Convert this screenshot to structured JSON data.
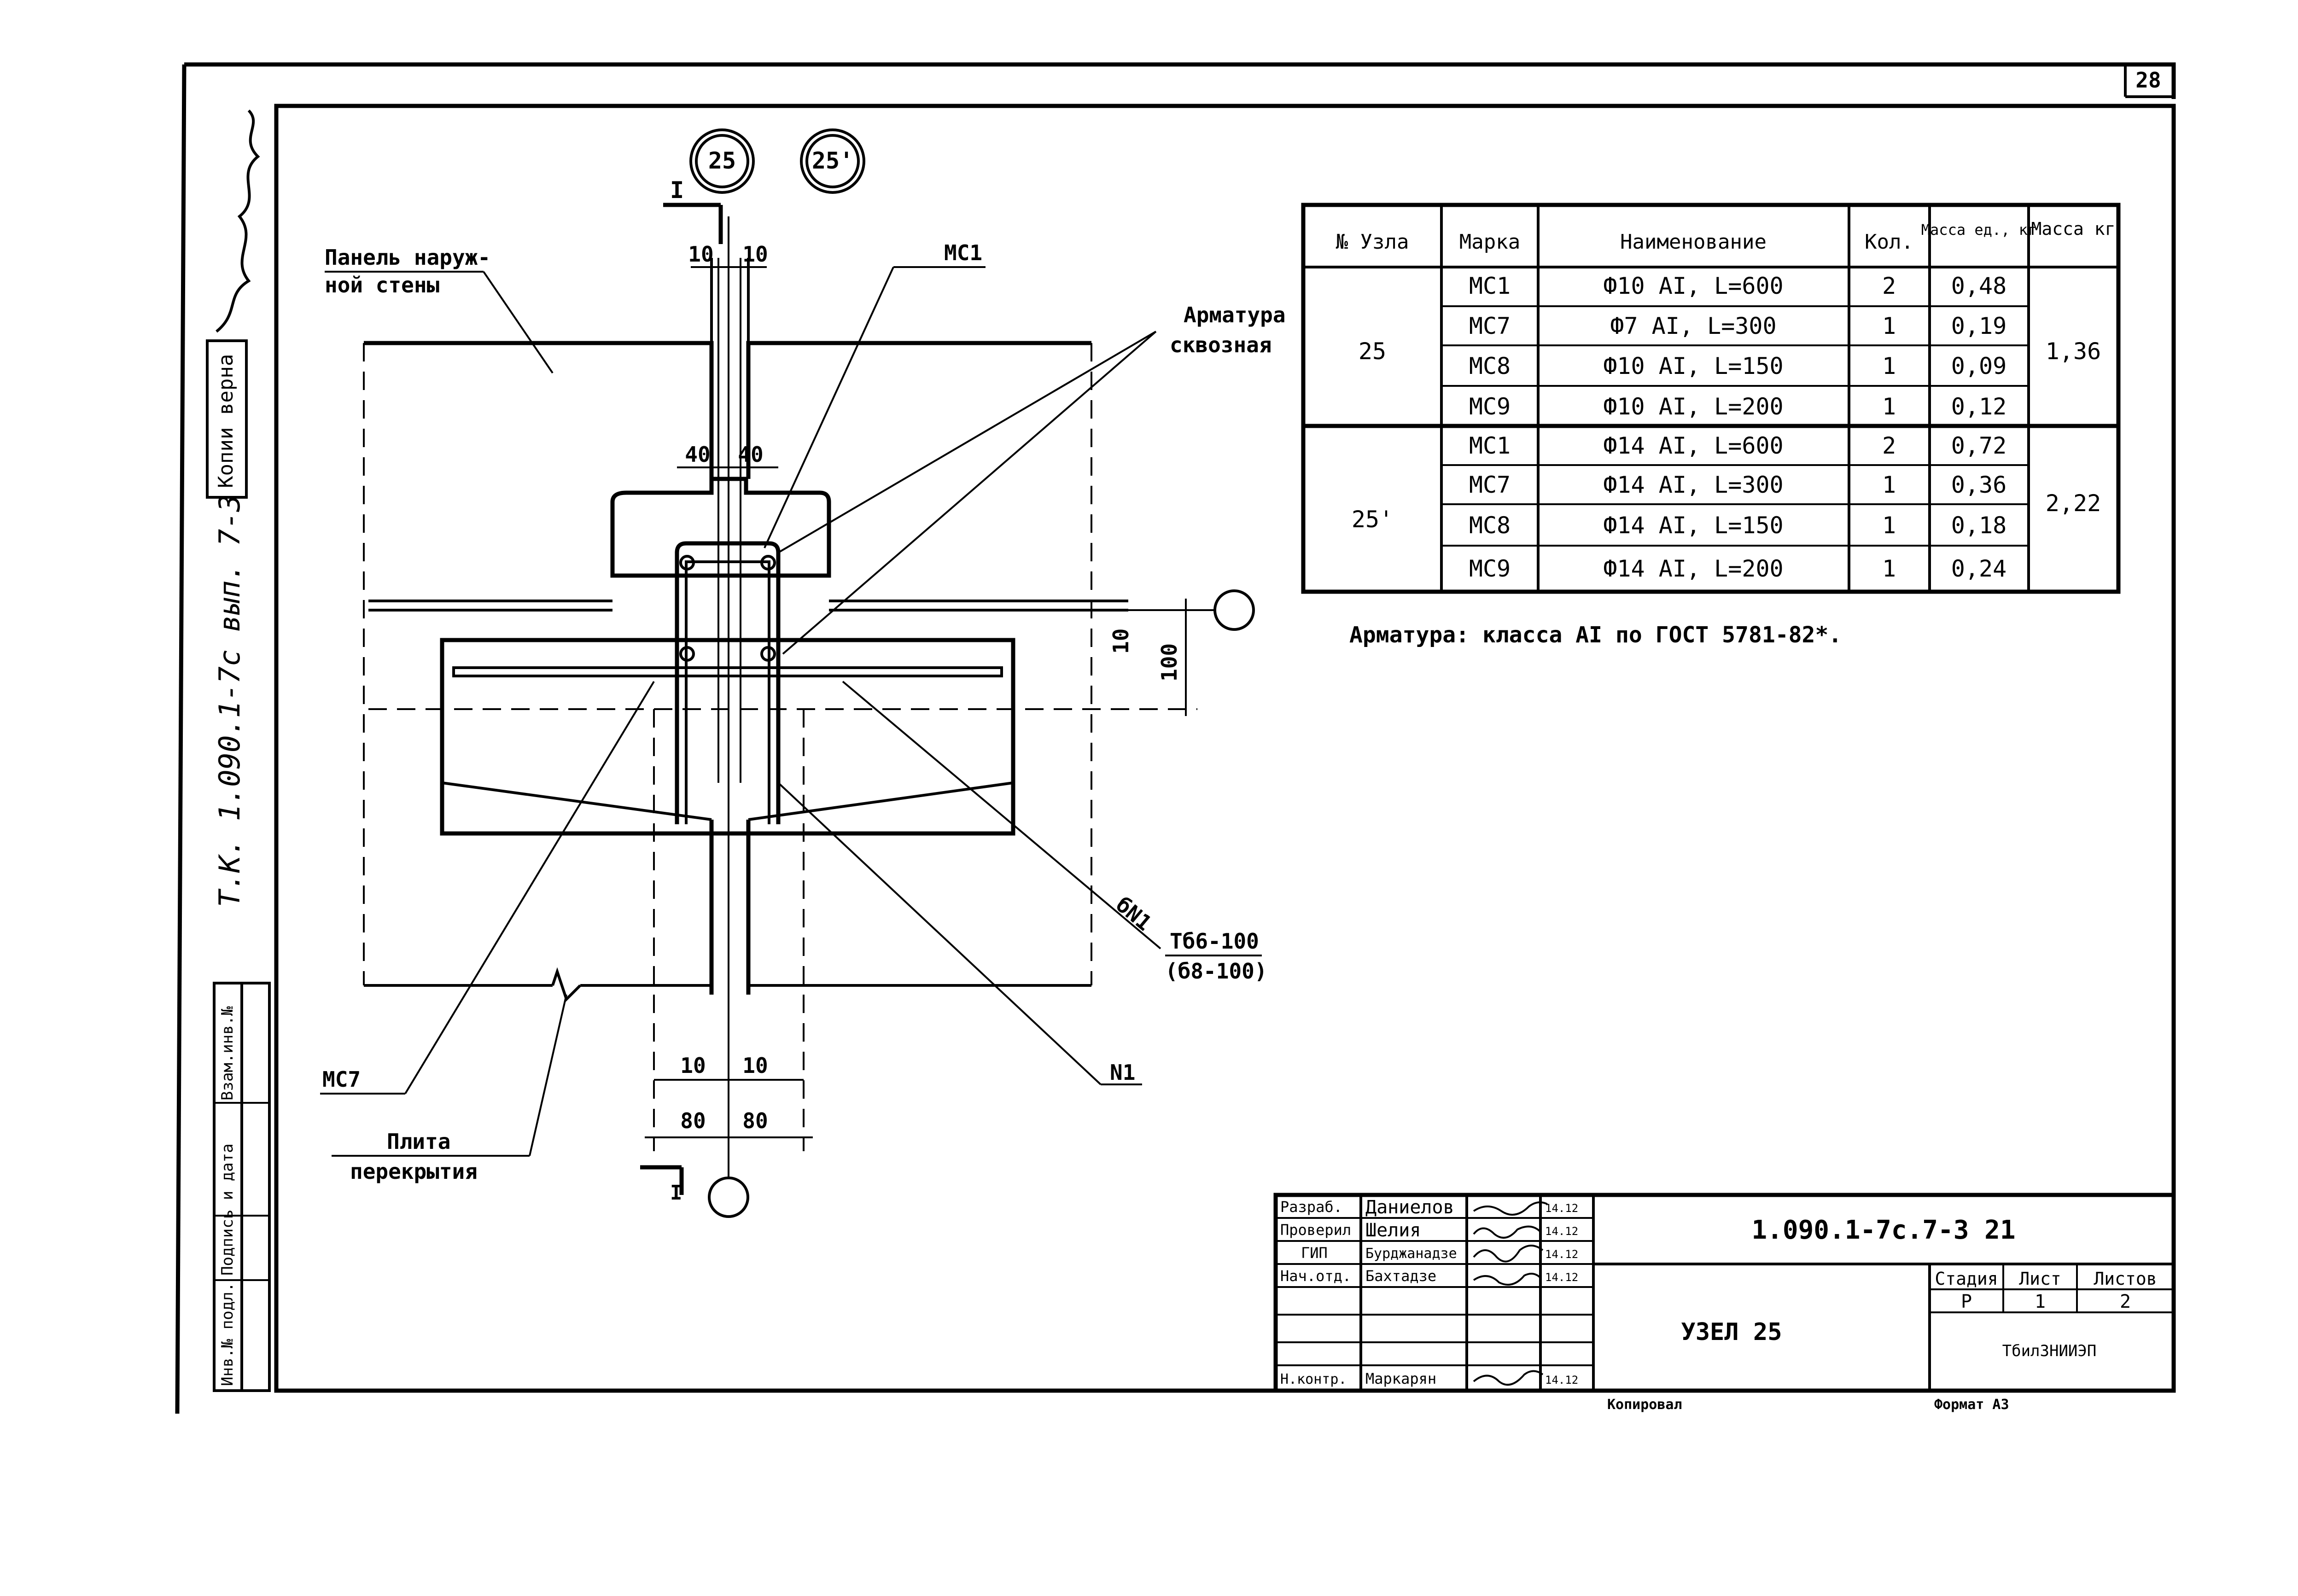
{
  "page_number": "28",
  "side_stamp": {
    "vertical_label": "Т.К. 1.090.1-7с вып. 7-3",
    "copy_box": "Копии верна"
  },
  "left_strip": [
    "Взам.инв.№",
    "Подпись и дата",
    "Инв.№ подл."
  ],
  "markers": {
    "node_25": "25",
    "node_25p": "25'",
    "section": "I"
  },
  "callouts": {
    "panel_wall": [
      "Панель наруж-",
      "ной стены"
    ],
    "mc1": "МС1",
    "armature": [
      "Арматура",
      "сквозная"
    ],
    "mc7": "МС7",
    "slab": [
      "Плита",
      "перекрытия"
    ],
    "n1": "N1",
    "bn1": "бN1",
    "spec1": "Тб6-100",
    "spec2": "(б8-100)"
  },
  "dimensions": {
    "top_10a": "10",
    "top_10b": "10",
    "d40a": "40",
    "d40b": "40",
    "v10": "10",
    "v100": "100",
    "bot_10a": "10",
    "bot_10b": "10",
    "d80a": "80",
    "d80b": "80"
  },
  "spec_table": {
    "headers": [
      "№ Узла",
      "Марка",
      "Наименование",
      "Кол.",
      "Масса ед., кг",
      "Масса кг"
    ],
    "groups": [
      {
        "node": "25",
        "total": "1,36",
        "rows": [
          {
            "mark": "МС1",
            "name": "Ф10 AI, L=600",
            "qty": "2",
            "mass": "0,48"
          },
          {
            "mark": "МС7",
            "name": "Ф7 AI, L=300",
            "qty": "1",
            "mass": "0,19"
          },
          {
            "mark": "МС8",
            "name": "Ф10 AI, L=150",
            "qty": "1",
            "mass": "0,09"
          },
          {
            "mark": "МС9",
            "name": "Ф10 AI, L=200",
            "qty": "1",
            "mass": "0,12"
          }
        ]
      },
      {
        "node": "25'",
        "total": "2,22",
        "rows": [
          {
            "mark": "МС1",
            "name": "Ф14 AI, L=600",
            "qty": "2",
            "mass": "0,72"
          },
          {
            "mark": "МС7",
            "name": "Ф14 AI, L=300",
            "qty": "1",
            "mass": "0,36"
          },
          {
            "mark": "МС8",
            "name": "Ф14 AI, L=150",
            "qty": "1",
            "mass": "0,18"
          },
          {
            "mark": "МС9",
            "name": "Ф14 AI, L=200",
            "qty": "1",
            "mass": "0,24"
          }
        ]
      }
    ],
    "note": "Арматура: класса AI по ГОСТ 5781-82*."
  },
  "title_block": {
    "roles": [
      {
        "role": "Разраб.",
        "name": "Даниелов",
        "date": "14.12"
      },
      {
        "role": "Проверил",
        "name": "Шелия",
        "date": "14.12"
      },
      {
        "role": "ГИП",
        "name": "Бурджанадзе",
        "date": "14.12"
      },
      {
        "role": "Нач.отд.",
        "name": "Бахтадзе",
        "date": "14.12"
      },
      {
        "role": "",
        "name": "",
        "date": ""
      },
      {
        "role": "",
        "name": "",
        "date": ""
      },
      {
        "role": "Н.контр.",
        "name": "Маркарян",
        "date": "14.12"
      }
    ],
    "designation": "1.090.1-7с.7-3 21",
    "sheet_title": "УЗЕЛ 25",
    "stage_header": "Стадия",
    "sheet_header": "Лист",
    "sheets_header": "Листов",
    "stage": "Р",
    "sheet": "1",
    "sheets": "2",
    "org": "ТбилЗНИИЭП",
    "copied": "Копировал",
    "format": "Формат А3"
  }
}
